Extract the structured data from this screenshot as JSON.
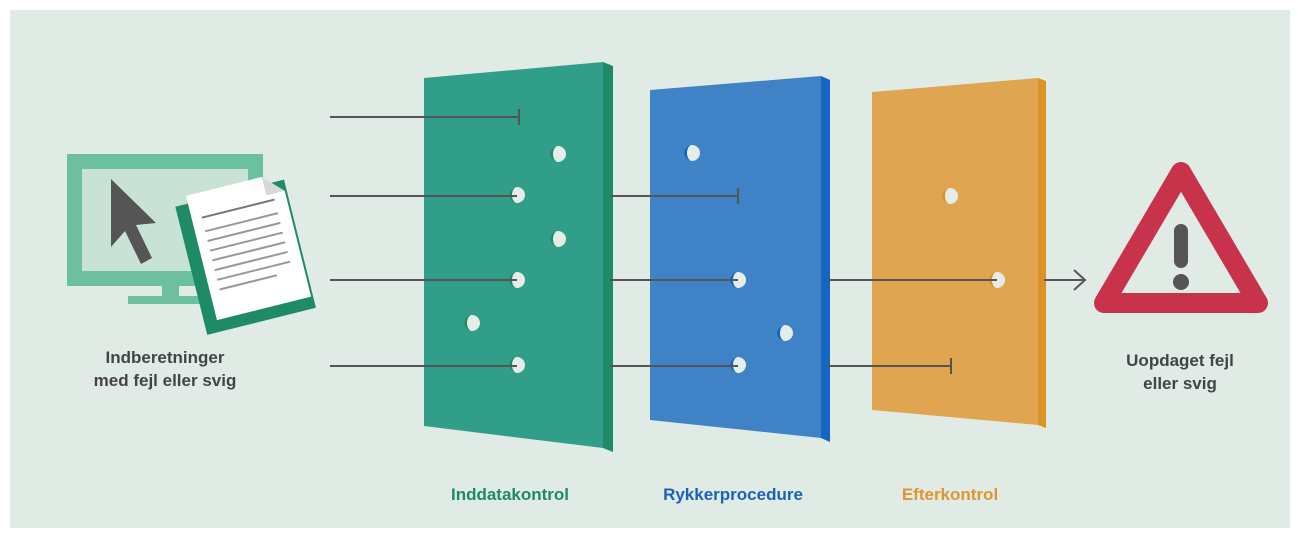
{
  "source": {
    "label_line1": "Indberetninger",
    "label_line2": "med fejl eller svig"
  },
  "outcome": {
    "label_line1": "Uopdaget fejl",
    "label_line2": "eller svig"
  },
  "barriers": [
    {
      "label": "Inddatakontrol",
      "color": "#309e88"
    },
    {
      "label": "Rykkerprocedure",
      "color": "#3f82c6"
    },
    {
      "label": "Efterkontrol",
      "color": "#dfa550"
    }
  ],
  "colors": {
    "background": "#e0ebe6",
    "warning": "#c8324a",
    "arrow": "#555555",
    "monitor": "#6cc09e"
  },
  "icons": {
    "source": "computer-with-document-icon",
    "outcome": "warning-triangle-icon"
  }
}
